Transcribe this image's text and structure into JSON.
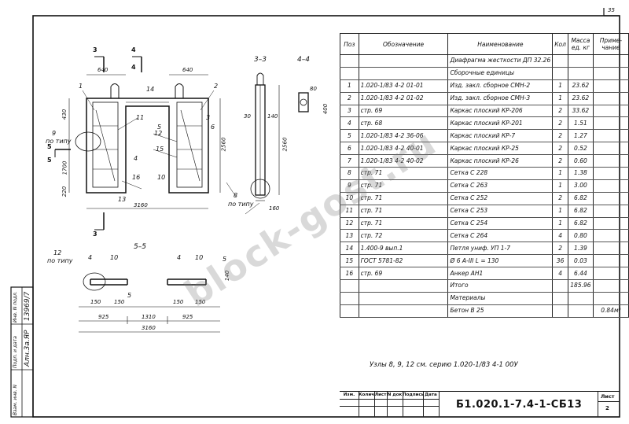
{
  "header": {
    "corner_dim": "35"
  },
  "drawing": {
    "section_marks": [
      "3",
      "4",
      "5",
      "3",
      "4",
      "5",
      "5"
    ],
    "view_titles": {
      "s33": "3–3",
      "s44": "4–4",
      "s55": "5–5"
    },
    "leaders_main": [
      "1",
      "2",
      "14",
      "11",
      "12",
      "15",
      "13",
      "3",
      "5",
      "6",
      "10",
      "16",
      "4"
    ],
    "leaders_plan": [
      "12",
      "4",
      "10",
      "5",
      "4",
      "10"
    ],
    "po_tipu": "по типу",
    "dims": {
      "d640a": "640",
      "d640b": "640",
      "d430": "430",
      "d1700": "1700",
      "d220": "220",
      "d3160": "3160",
      "d2560a": "2560",
      "d2560b": "2560",
      "d140a": "140",
      "d30": "30",
      "d160": "160",
      "d925a": "925",
      "d1310": "1310",
      "d925b": "925",
      "d3160b": "3160",
      "d150a": "150",
      "d150b": "150",
      "d150c": "150",
      "d150d": "150",
      "d140b": "140",
      "d80": "80",
      "d400": "400"
    },
    "callout_9": "9",
    "callout_8": "8",
    "callout_12": "12",
    "note": "Узлы 8, 9, 12 см. серию 1.020-1/83 4-1 00У"
  },
  "spec_table": {
    "headers": [
      "Поз",
      "Обозначение",
      "Наименование",
      "Кол",
      "Масса ед. кг",
      "Приме-чание"
    ],
    "rows": [
      {
        "pos": "",
        "designation": "",
        "name": "Диафрагма жесткости ДП 32.26",
        "qty": "",
        "mass": "",
        "note": ""
      },
      {
        "pos": "",
        "designation": "",
        "name": "Сборочные единицы",
        "qty": "",
        "mass": "",
        "note": ""
      },
      {
        "pos": "1",
        "designation": "1.020-1/83 4-2 01-01",
        "name": "Изд. закл. сборное СМН-2",
        "qty": "1",
        "mass": "23.62",
        "note": ""
      },
      {
        "pos": "2",
        "designation": "1.020-1/83 4-2 01-02",
        "name": "Изд. закл. сборное СМН-3",
        "qty": "1",
        "mass": "23.62",
        "note": ""
      },
      {
        "pos": "3",
        "designation": "стр. 69",
        "name": "Каркас плоский КР-206",
        "qty": "2",
        "mass": "33.62",
        "note": ""
      },
      {
        "pos": "4",
        "designation": "стр. 68",
        "name": "Каркас плоский КР-201",
        "qty": "2",
        "mass": "1.51",
        "note": ""
      },
      {
        "pos": "5",
        "designation": "1.020-1/83 4-2 36-06",
        "name": "Каркас плоский КР-7",
        "qty": "2",
        "mass": "1.27",
        "note": ""
      },
      {
        "pos": "6",
        "designation": "1.020-1/83 4-2 40-01",
        "name": "Каркас плоский КР-25",
        "qty": "2",
        "mass": "0.52",
        "note": ""
      },
      {
        "pos": "7",
        "designation": "1.020-1/83 4-2 40-02",
        "name": "Каркас плоский КР-26",
        "qty": "2",
        "mass": "0.60",
        "note": ""
      },
      {
        "pos": "8",
        "designation": "стр. 71",
        "name": "Сетка С 228",
        "qty": "1",
        "mass": "1.38",
        "note": ""
      },
      {
        "pos": "9",
        "designation": "стр. 71",
        "name": "Сетка С 263",
        "qty": "1",
        "mass": "3.00",
        "note": ""
      },
      {
        "pos": "10",
        "designation": "стр. 71",
        "name": "Сетка С 252",
        "qty": "2",
        "mass": "6.82",
        "note": ""
      },
      {
        "pos": "11",
        "designation": "стр. 71",
        "name": "Сетка С 253",
        "qty": "1",
        "mass": "6.82",
        "note": ""
      },
      {
        "pos": "12",
        "designation": "стр. 71",
        "name": "Сетка С 254",
        "qty": "1",
        "mass": "6.82",
        "note": ""
      },
      {
        "pos": "13",
        "designation": "стр. 72",
        "name": "Сетка С 264",
        "qty": "4",
        "mass": "0.80",
        "note": ""
      },
      {
        "pos": "14",
        "designation": "1.400-9 вып.1",
        "name": "Петля униф. УП 1-7",
        "qty": "2",
        "mass": "1.39",
        "note": ""
      },
      {
        "pos": "15",
        "designation": "ГОСТ 5781-82",
        "name": "Ø 6 А-III  L = 130",
        "qty": "36",
        "mass": "0.03",
        "note": ""
      },
      {
        "pos": "16",
        "designation": "стр. 69",
        "name": "Анкер АН1",
        "qty": "4",
        "mass": "6.44",
        "note": ""
      },
      {
        "pos": "",
        "designation": "",
        "name": "Итого",
        "qty": "",
        "mass": "185.96",
        "note": ""
      },
      {
        "pos": "",
        "designation": "",
        "name": "Материалы",
        "qty": "",
        "mass": "",
        "note": ""
      },
      {
        "pos": "",
        "designation": "",
        "name": "Бетон В 25",
        "qty": "",
        "mass": "",
        "note": "0.84м³"
      }
    ]
  },
  "title_block": {
    "cols": [
      "Изм.",
      "Колич",
      "Лист",
      "N док",
      "Подпись",
      "Дата"
    ],
    "code": "Б1.020.1-7.4-1-СБ13",
    "sheet_label": "Лист",
    "sheet_no": "2"
  },
  "side_stamp": {
    "labels": [
      "Инв. N подл.",
      "Подп. и дата",
      "Взам. инв. N"
    ],
    "values": [
      "13969/7",
      "Алн.3а.ЯР",
      ""
    ]
  },
  "watermark": "block-gost.ru"
}
